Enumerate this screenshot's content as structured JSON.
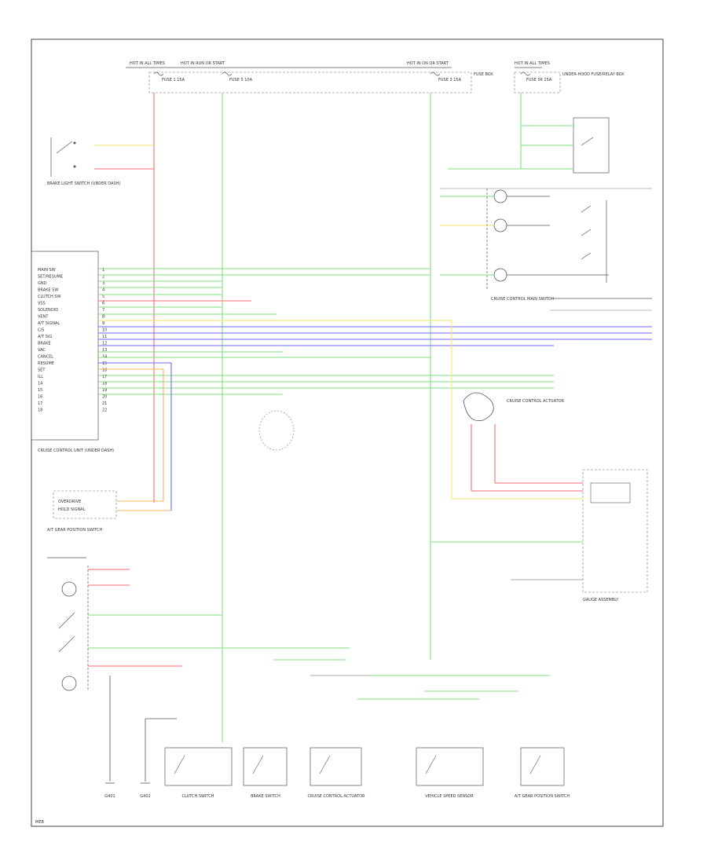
{
  "colors": {
    "red": "#ff6b6b",
    "green": "#7ee07e",
    "yellow": "#f5e66a",
    "blue": "#6b6bff",
    "orange": "#f5b060",
    "frame": "#333333",
    "bg": "#ffffff"
  },
  "top_rail": {
    "hot": [
      "HOT IN ALL TIMES",
      "HOT IN RUN OR START",
      "HOT IN ON OR START",
      "HOT IN ALL TIMES"
    ],
    "fuses": [
      "FUSE 1 15A",
      "FUSE 5 10A",
      "FUSE 3 15A",
      "FUSE 56 15A"
    ],
    "fuse_box": "FUSE BOX",
    "fuse_relay": "UNDER-HOOD FUSE/RELAY BOX"
  },
  "stop_switch": {
    "label": "BRAKE LIGHT SWITCH (UNDER DASH)"
  },
  "ecu": {
    "title": "CRUISE CONTROL UNIT (UNDER DASH)",
    "pins": [
      "MAIN SW",
      "SET/RESUME",
      "GND",
      "BRAKE SW",
      "CLUTCH SW",
      "VSS",
      "SOLENOID",
      "VENT",
      "A/T SIGNAL",
      "C/S",
      "A/T SIG",
      "BRAKE",
      "VAC",
      "CANCEL",
      "RESUME",
      "SET",
      "ILL",
      "14",
      "15",
      "16",
      "17",
      "18"
    ]
  },
  "at_shift": {
    "label": "A/T GEAR POSITION SWITCH",
    "lines": [
      "OVERDRIVE",
      "HOLD SIGNAL"
    ]
  },
  "cruise_main": {
    "label": "CRUISE CONTROL MAIN SWITCH"
  },
  "actuator": {
    "label": "CRUISE CONTROL ACTUATOR"
  },
  "cluster": {
    "label": "GAUGE ASSEMBLY"
  },
  "bottom_labels": [
    "G401",
    "G402",
    "CLUTCH SWITCH",
    "BRAKE SWITCH",
    "CRUISE CONTROL ACTUATOR",
    "VEHICLE SPEED SENSOR",
    "A/T GEAR POSITION SWITCH"
  ],
  "page_ref": "MEB"
}
